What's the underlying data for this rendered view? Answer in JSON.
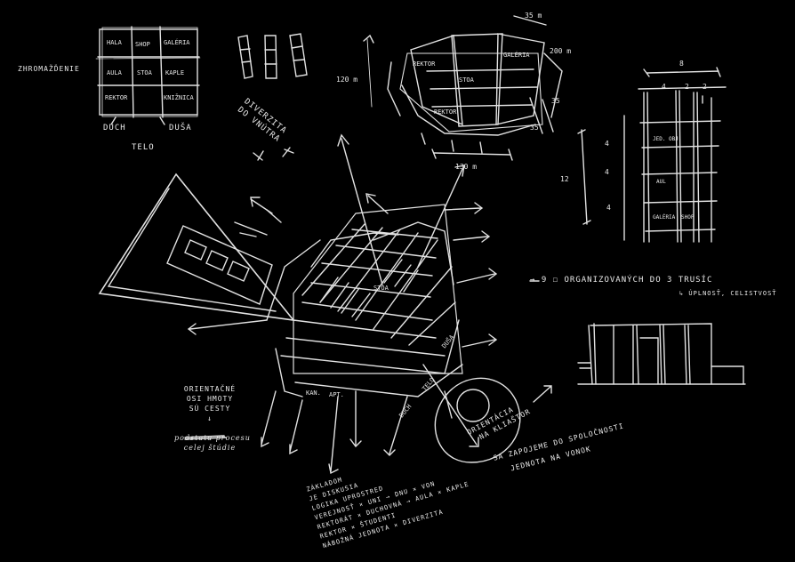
{
  "sketch": {
    "grid_top_left": {
      "side_label": "ZHROMAŽĎENIE",
      "cells": [
        "HALA",
        "SHOP",
        "GALÉRIA",
        "AULA",
        "STOA",
        "KAPLE",
        "REKTOR",
        "",
        "KNIŽNICA"
      ],
      "bottom_labels": [
        "DUCH",
        "TELO",
        "DUŠA"
      ]
    },
    "diversity_note": [
      "DIVERZITA",
      "DO VNÚTRA"
    ],
    "fan_plan": {
      "dims": [
        "120 m",
        "130 m",
        "35 m",
        "200 m",
        "35",
        "35"
      ],
      "labels": [
        "REKTOR",
        "STOA",
        "GALÉRIA",
        "REKTOR"
      ]
    },
    "section_right": {
      "top_dim": "8",
      "sub_dims": [
        "4",
        "2",
        "2"
      ],
      "side_dims": [
        "4",
        "4",
        "4"
      ],
      "height_dim": "12",
      "labels": [
        "JED. OBJ.",
        "AUL",
        "GALÉRIA",
        "SHOP"
      ]
    },
    "organization_note": [
      "→ 9 ☐ ORGANIZOVANÝCH DO 3 TRUSÍC",
      "↳ ÚPLNOSŤ, CELISTVOSŤ"
    ],
    "orientation_note": [
      "ORIENTAČNÉ",
      "OSI HMOTY",
      "SÚ CESTY",
      "↓",
      "podstata procesu",
      "celej štúdie"
    ],
    "orientation_note2": [
      "ORIENTÁCIA",
      "NA KLIAŠTOR"
    ],
    "society_note": [
      "SA ZAPOJEME DO SPOLOČNOSTI",
      "JEDNOTA NA VONOK"
    ],
    "base_note": [
      "ZÁKLADOM",
      "JE DISKUSIA",
      "LOGIKA UPROSTRED",
      "VEREJNOSŤ × UNI → DNU × VON",
      "REKTORÁT × DUCHOVNÁ → AULA × KAPLE",
      "REKTOR × ŠTUDENTI",
      "NÁBOŽNÁ JEDNOTA × DIVERZITA"
    ],
    "center_labels": [
      "STOA",
      "KAN.",
      "APT.",
      "DUŠA",
      "TELO",
      "DUCH"
    ]
  }
}
